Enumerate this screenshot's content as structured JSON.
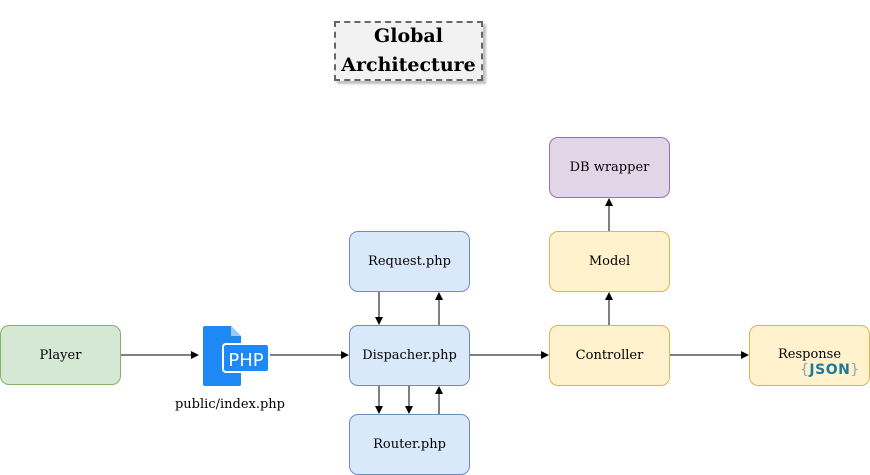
{
  "title": "Global Architecture",
  "nodes": {
    "player": "Player",
    "php_file": "public/index.php",
    "php_icon_text": "PHP",
    "request": "Request.php",
    "dispacher": "Dispacher.php",
    "router": "Router.php",
    "controller": "Controller",
    "model": "Model",
    "db_wrapper": "DB wrapper",
    "response": "Response",
    "json_badge": "JSON"
  },
  "colors": {
    "player": "#d5e8d4",
    "php_blocks": "#dae8fc",
    "mvc": "#fff2cc",
    "db": "#e1d5e7",
    "php_icon": "#1e88f5"
  }
}
